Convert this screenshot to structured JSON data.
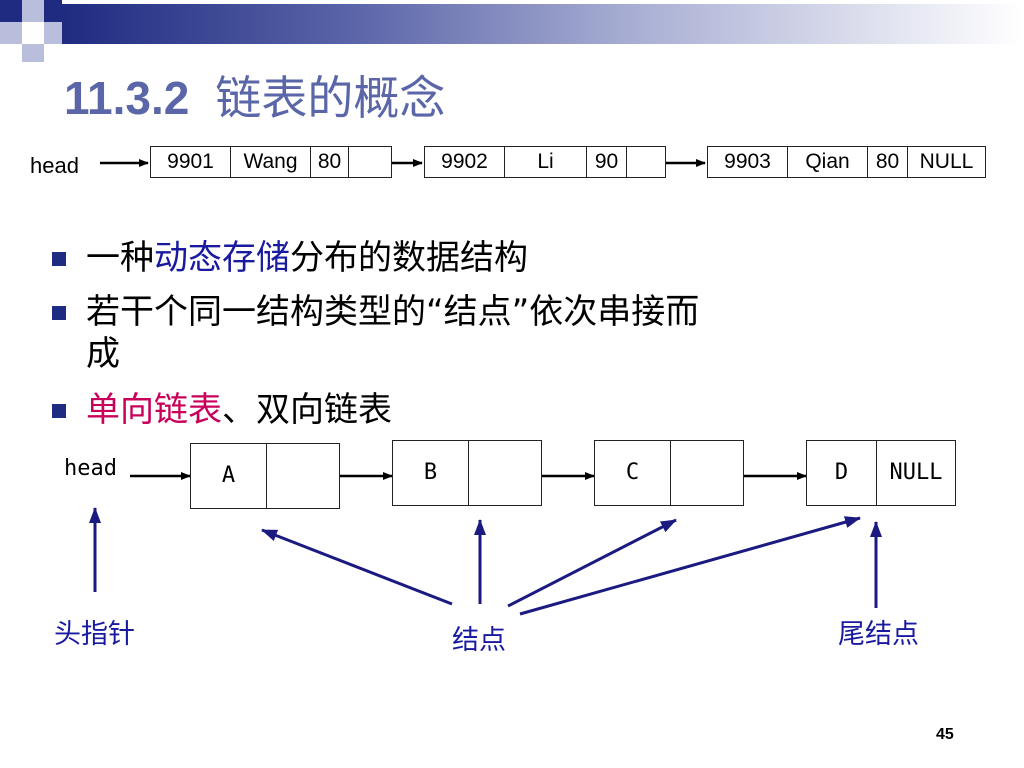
{
  "slide": {
    "title_num": "11.3.2",
    "title_text": "链表的概念",
    "page_number": "45"
  },
  "top_list": {
    "head_label": "head",
    "records": [
      {
        "id": "9901",
        "name": "Wang",
        "score": "80",
        "next": ""
      },
      {
        "id": "9902",
        "name": "Li",
        "score": "90",
        "next": ""
      },
      {
        "id": "9903",
        "name": "Qian",
        "score": "80",
        "next": "NULL"
      }
    ]
  },
  "bullets": [
    {
      "parts": [
        {
          "text": "一种",
          "style": "normal"
        },
        {
          "text": "动态存储",
          "style": "blue"
        },
        {
          "text": "分布的数据结构",
          "style": "normal"
        }
      ]
    },
    {
      "parts": [
        {
          "text": "若干个同一结构类型的“结点”依次串接而",
          "style": "normal"
        }
      ],
      "continuation": "成"
    },
    {
      "parts": [
        {
          "text": "单向链表",
          "style": "red"
        },
        {
          "text": "、双向链表",
          "style": "normal"
        }
      ]
    }
  ],
  "bottom_list": {
    "head_label": "head",
    "nodes": [
      {
        "data": "A",
        "next": ""
      },
      {
        "data": "B",
        "next": ""
      },
      {
        "data": "C",
        "next": ""
      },
      {
        "data": "D",
        "next": "NULL"
      }
    ]
  },
  "labels": {
    "head_pointer": "头指针",
    "node": "结点",
    "tail_node": "尾结点"
  },
  "colors": {
    "title": "#5a66a8",
    "accent_blue": "#1a1aa0",
    "accent_red": "#c8005a",
    "bar_dark": "#1f2b80"
  }
}
